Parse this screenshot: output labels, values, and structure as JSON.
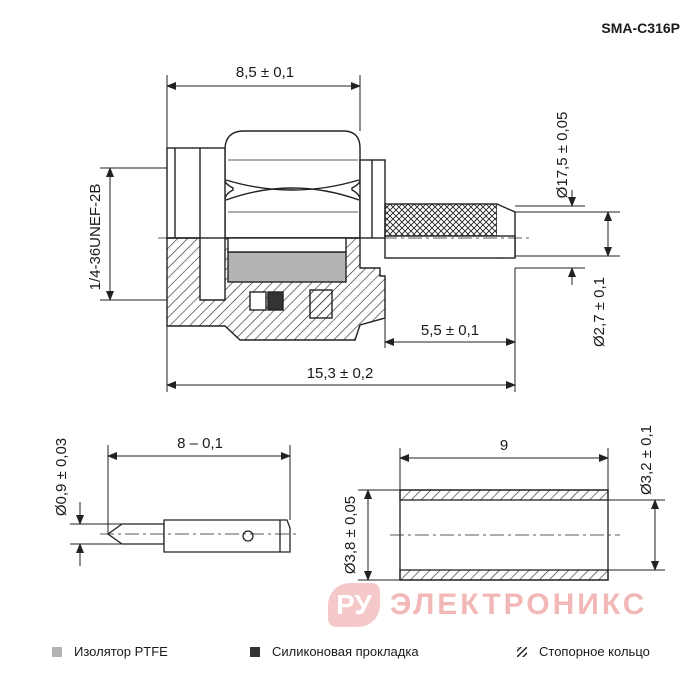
{
  "header": {
    "model": "SMA-C316P"
  },
  "dimensions": {
    "body_length": "8,5 ± 0,1",
    "thread": "1/4-36UNEF-2B",
    "diameter_top": "Ø17,5 ± 0,05",
    "diameter_crimp": "Ø2,7 ± 0,1",
    "crimp_length": "5,5 ± 0,1",
    "total_length": "15,3 ± 0,2",
    "pin_length": "8 – 0,1",
    "pin_diameter": "Ø0,9 ± 0,03",
    "sleeve_length": "9",
    "sleeve_outer": "Ø3,2 ± 0,1",
    "sleeve_inner": "Ø3,8 ± 0,05"
  },
  "legend": {
    "items": [
      {
        "label": "Изолятор PTFE",
        "color": "#b4b4b4",
        "icon": "solid-light-gray-square"
      },
      {
        "label": "Силиконовая прокладка",
        "color": "#333333",
        "icon": "solid-dark-square"
      },
      {
        "label": "Стопорное кольцо",
        "color": "#222222",
        "icon": "hatched-square"
      }
    ]
  },
  "watermark": {
    "logo": "РУ",
    "text": "ЭЛЕКТРОНИКС",
    "color": "#f2b8b8"
  }
}
